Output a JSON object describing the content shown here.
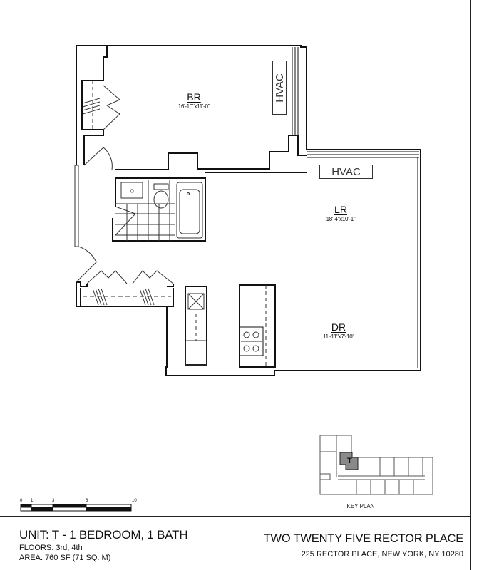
{
  "rooms": {
    "bedroom": {
      "name": "BR",
      "dimensions": "16'-10\"x11'-0\""
    },
    "living_room": {
      "name": "LR",
      "dimensions": "18'-4\"x10'-1\""
    },
    "dining_room": {
      "name": "DR",
      "dimensions": "11'-11\"x7'-10\""
    }
  },
  "hvac": {
    "bedroom_label": "HVAC",
    "living_label": "HVAC"
  },
  "key_plan": {
    "label": "KEY PLAN",
    "unit_marker": "T",
    "highlight_color": "#8a8a8a"
  },
  "scale_bar": {
    "ticks": [
      "0",
      "1",
      "3",
      "6",
      "10"
    ]
  },
  "unit_info": {
    "title": "UNIT: T - 1 BEDROOM, 1 BATH",
    "floors": "FLOORS:  3rd, 4th",
    "area": "AREA: 760 SF   (71 SQ. M)"
  },
  "building": {
    "name": "TWO TWENTY FIVE RECTOR PLACE",
    "address": "225 RECTOR PLACE, NEW YORK, NY 10280"
  }
}
